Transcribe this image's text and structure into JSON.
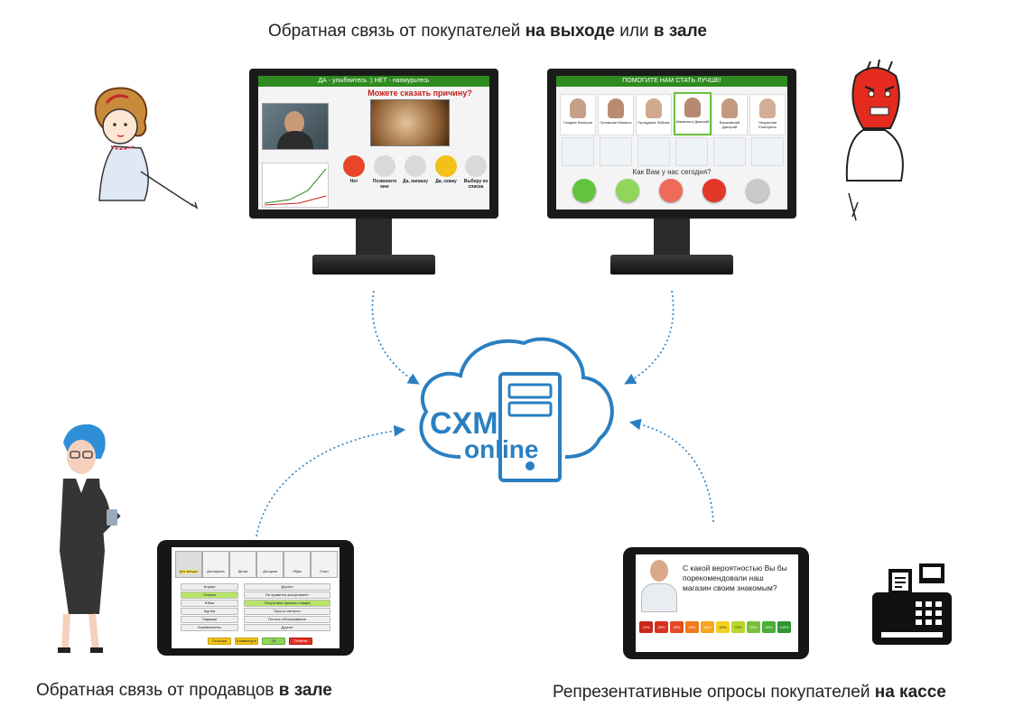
{
  "captions": {
    "top": {
      "pre": "Обратная связь от покупателей ",
      "b1": "на выходе",
      "mid": " или ",
      "b2": "в зале"
    },
    "bottom_left": {
      "pre": "Обратная связь от продавцов ",
      "b": "в  зале"
    },
    "bottom_right": {
      "pre": "Репрезентативные опросы покупателей ",
      "b": "на кассе"
    }
  },
  "cloud": {
    "brand": "CXM",
    "sub": "online"
  },
  "monitor_left": {
    "top_bar": "ДА - улыбнитесь :)    НЕТ - нахмурьтесь",
    "question": "Можете сказать причину?",
    "buttons": [
      {
        "label": "Нет",
        "color": "#e8452a",
        "icon": "sad-face-icon"
      },
      {
        "label": "Позвоните мне",
        "color": "#d9d9d9",
        "icon": "phone-icon"
      },
      {
        "label": "Да, напишу",
        "color": "#d9d9d9",
        "icon": "message-icon"
      },
      {
        "label": "Да, скажу",
        "color": "#f2c018",
        "icon": "microphone-icon"
      },
      {
        "label": "Выберу из списка",
        "color": "#d9d9d9",
        "icon": "checklist-icon"
      }
    ]
  },
  "monitor_right": {
    "top_bar": "ПОМОГИТЕ НАМ СТАТЬ ЛУЧШЕ!",
    "question": "Как Вам у нас сегодня?",
    "staff": [
      "Гладких Валерия",
      "Гулевская Мишель",
      "Прокудина Любовь",
      "Мамалыга Дмитрий",
      "Вашковский Дмитрий",
      "Некрасова Екатерина"
    ],
    "ratings": [
      {
        "color": "#62c43e",
        "icon": "very-happy-face-icon"
      },
      {
        "color": "#8fd65a",
        "icon": "happy-face-icon"
      },
      {
        "color": "#ef6a5b",
        "icon": "sad-face-icon"
      },
      {
        "color": "#e3372a",
        "icon": "angry-face-icon"
      },
      {
        "color": "#c9c9c9",
        "icon": "microphone-icon"
      }
    ]
  },
  "tablet_left": {
    "categories": [
      "Для женщин",
      "Для мужчин",
      "Детям",
      "Для дома",
      "Обувь",
      "Спорт"
    ],
    "left_list": [
      "Блузки",
      "Платья",
      "Юбки",
      "Куртки",
      "Пиджаки",
      "Комбинезоны"
    ],
    "right_list": [
      "Дорого",
      "Не нравится ассортимент",
      "Отсутствие нужного товара",
      "Просто смотрел",
      "Плохое обслуживание",
      "Другое"
    ],
    "footer_buttons": [
      {
        "label": "Голосом",
        "color": "#f3c318"
      },
      {
        "label": "Клавиатура",
        "color": "#f3c318"
      },
      {
        "label": "Ок",
        "color": "#8fd65a"
      },
      {
        "label": "Отмена",
        "color": "#e53427"
      }
    ]
  },
  "tablet_right": {
    "question": "С какой вероятностью Вы бы порекомендовали наш магазин своим знакомым?",
    "scale": [
      "10%",
      "20%",
      "30%",
      "40%",
      "50%",
      "60%",
      "70%",
      "80%",
      "90%",
      "100%"
    ],
    "scale_colors": [
      "#c8261b",
      "#d6321e",
      "#e24a22",
      "#ef7a1e",
      "#f7a61c",
      "#f2d024",
      "#b9d62c",
      "#77c23a",
      "#48ad3a",
      "#2e9533"
    ]
  },
  "colors": {
    "accent": "#2a7fc1",
    "green": "#2e8b1f"
  }
}
